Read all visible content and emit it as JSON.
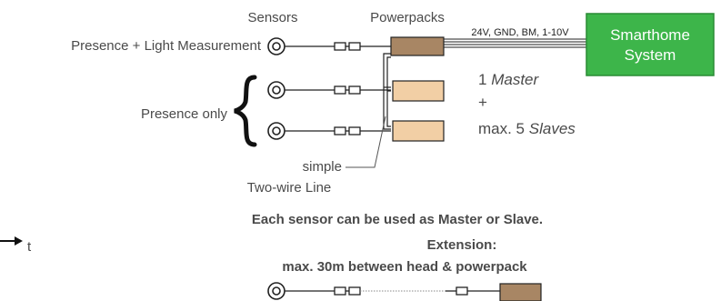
{
  "headers": {
    "sensors": "Sensors",
    "powerpacks": "Powerpacks"
  },
  "labels": {
    "presence_light": "Presence + Light Measurement",
    "presence_only": "Presence only",
    "signals": "24V, GND, BM, 1-10V",
    "simple": "simple",
    "two_wire_line": "Two-wire Line",
    "each_sensor": "Each sensor can be used as Master or Slave.",
    "t_marker": "t",
    "extension_title": "Extension:",
    "extension_detail": "max. 30m between head & powerpack"
  },
  "smarthome": {
    "line1": "Smarthome",
    "line2": "System"
  },
  "master_slave": {
    "master_count": "1",
    "master_word": "Master",
    "plus": "+",
    "slaves_prefix": "max. 5",
    "slaves_word": "Slaves"
  },
  "colors": {
    "master_powerpack": "#a88664",
    "slave_powerpack": "#f2cfa5",
    "smarthome_fill": "#3db54a",
    "smarthome_border": "#2a8c35",
    "text_gray": "#4a4a4a",
    "line": "#222222"
  }
}
